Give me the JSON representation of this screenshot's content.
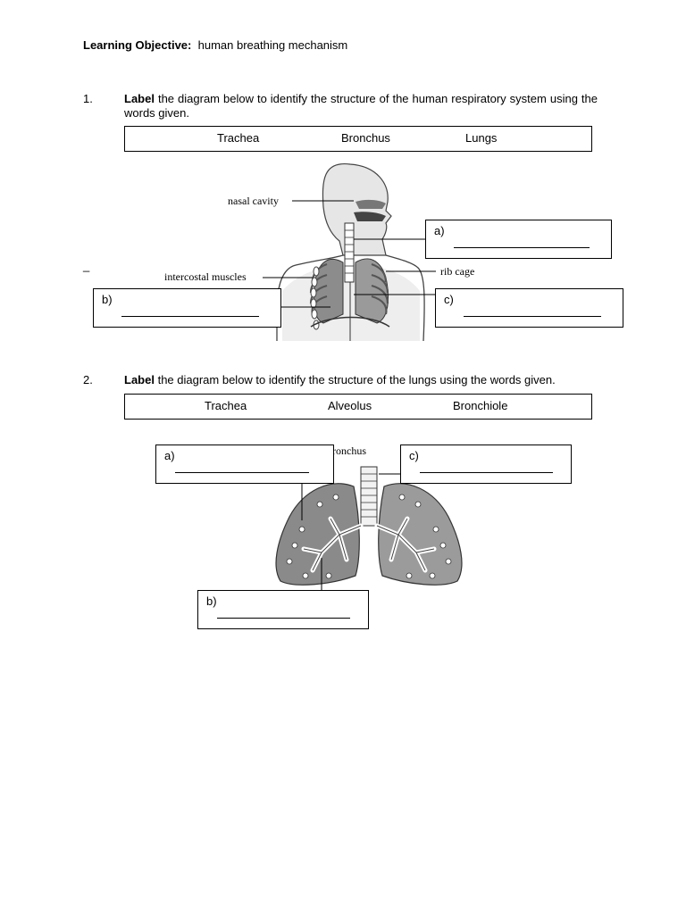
{
  "heading": {
    "label": "Learning Objective:",
    "value": "human breathing mechanism"
  },
  "q1": {
    "number": "1.",
    "bold": "Label",
    "text": " the diagram below to identify the structure of the human respiratory system using the words given.",
    "words": [
      "Trachea",
      "Bronchus",
      "Lungs"
    ],
    "diagram_labels": {
      "nasal": "nasal cavity",
      "intercostal": "intercostal muscles",
      "ribcage": "rib cage"
    },
    "stray_mark": "_",
    "boxes": {
      "a": "a)",
      "b": "b)",
      "c": "c)"
    }
  },
  "q2": {
    "number": "2.",
    "bold": "Label",
    "text": " the diagram below to identify the structure of the lungs using the words given.",
    "words": [
      "Trachea",
      "Alveolus",
      "Bronchiole"
    ],
    "diagram_labels": {
      "bronchus": "bronchus"
    },
    "boxes": {
      "a": "a)",
      "b": "b)",
      "c": "c)"
    }
  }
}
